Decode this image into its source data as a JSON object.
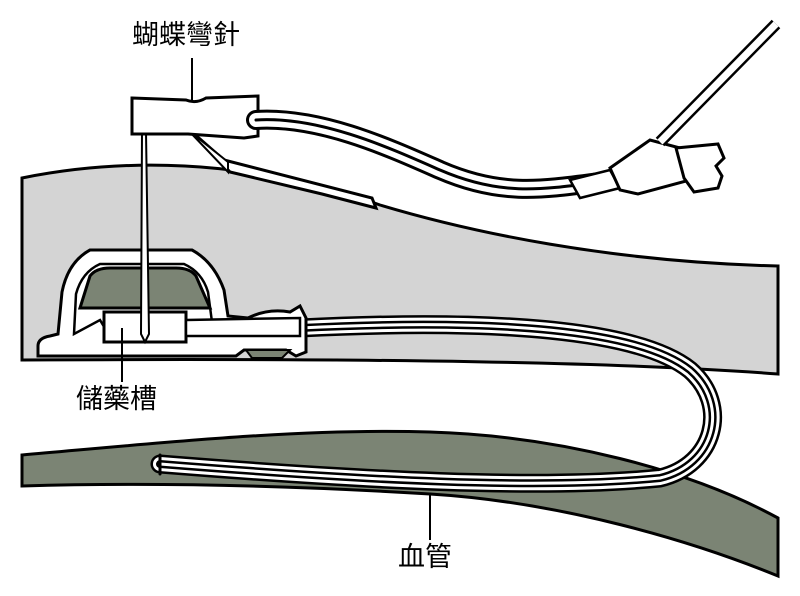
{
  "labels": {
    "butterfly_needle": "蝴蝶彎針",
    "reservoir": "儲藥槽",
    "blood_vessel": "血管"
  },
  "colors": {
    "tissue": "#d4d4d4",
    "vessel": "#7b8474",
    "septum": "#7b8474",
    "outline": "#000000",
    "white": "#ffffff"
  }
}
